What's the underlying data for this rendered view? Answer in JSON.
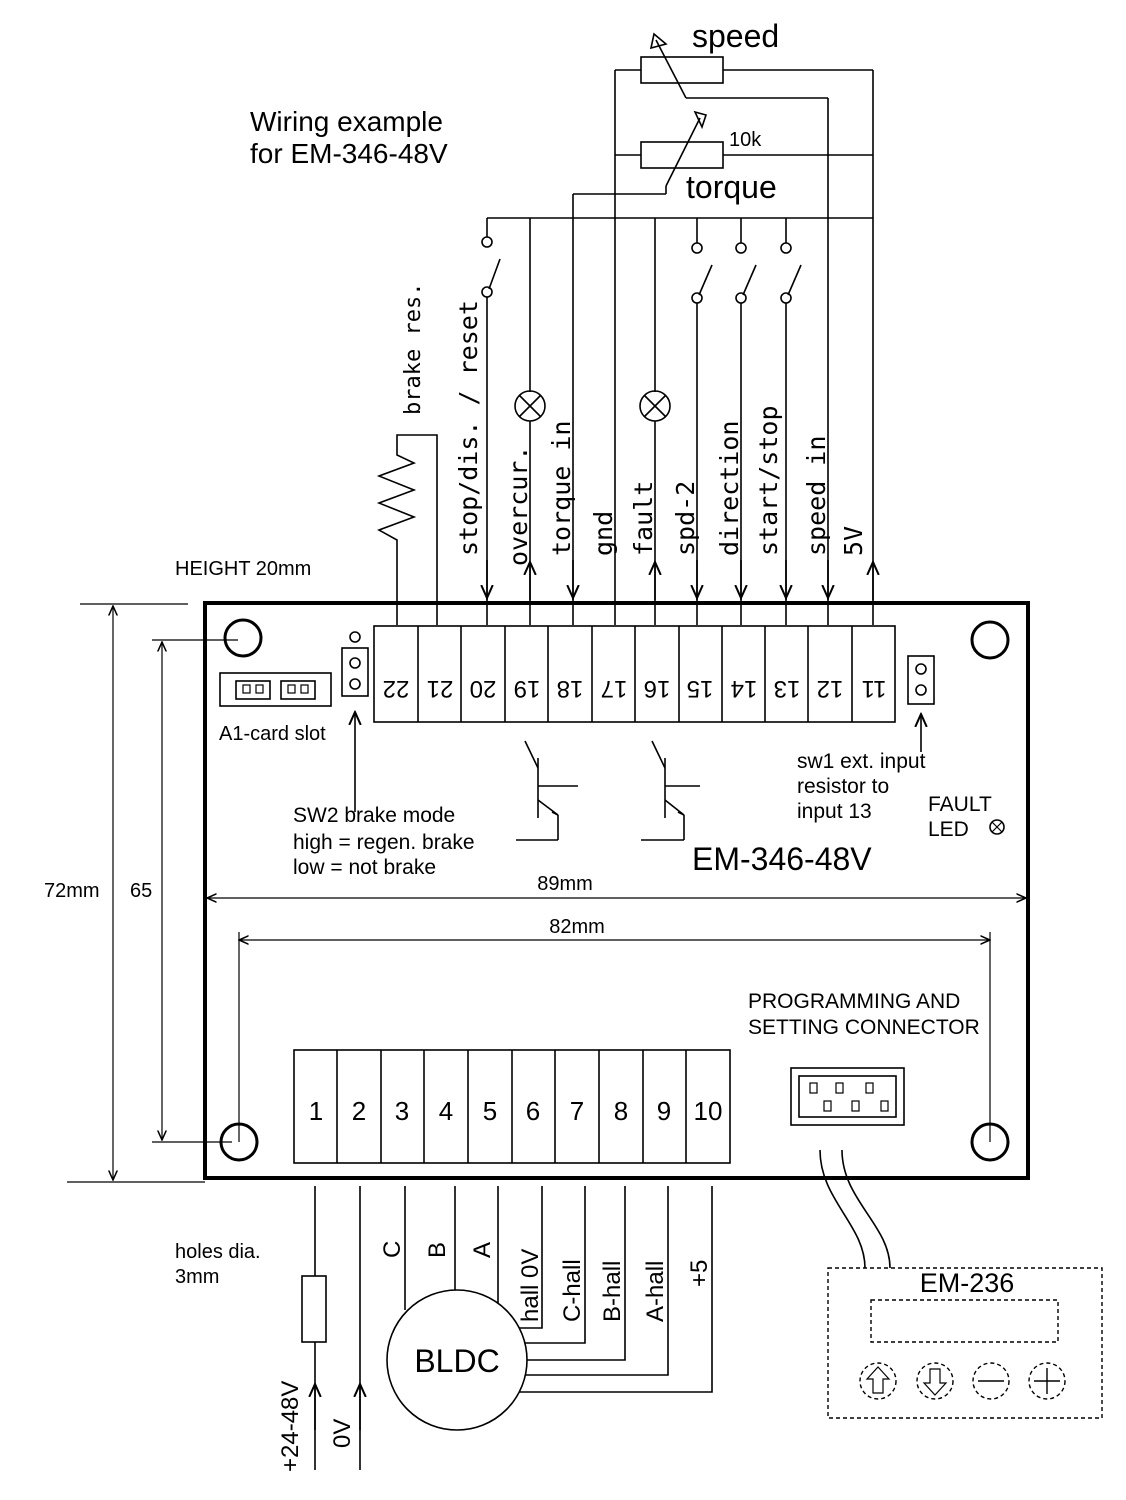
{
  "title": {
    "line1": "Wiring example",
    "line2": "for EM-346-48V"
  },
  "pots": {
    "speed": "speed",
    "torque": "torque",
    "value": "10k"
  },
  "height_note": "HEIGHT 20mm",
  "a1_slot": "A1-card slot",
  "brake_res": "brake res.",
  "top_signals": [
    "stop/dis. / reset",
    "overcur.",
    "torque in",
    "gnd",
    "fault",
    "spd-2",
    "direction",
    "start/stop",
    "speed in",
    "5V"
  ],
  "top_terminals": [
    "22",
    "21",
    "20",
    "19",
    "18",
    "17",
    "16",
    "15",
    "14",
    "13",
    "12",
    "11"
  ],
  "sw1_note": [
    "sw1 ext. input",
    "resistor to",
    "input 13"
  ],
  "sw2_note": [
    "SW2  brake mode",
    "high = regen. brake",
    "low = not brake"
  ],
  "fault_led": [
    "FAULT",
    "LED"
  ],
  "model": "EM-346-48V",
  "dims": {
    "width_outer": "89mm",
    "width_holes": "82mm",
    "height_outer": "72mm",
    "height_holes": "65"
  },
  "prog_connector": [
    "PROGRAMMING AND",
    "SETTING CONNECTOR"
  ],
  "bottom_terminals": [
    "1",
    "2",
    "3",
    "4",
    "5",
    "6",
    "7",
    "8",
    "9",
    "10"
  ],
  "bottom_signals": [
    "C",
    "B",
    "A",
    "hall 0V",
    "C-hall",
    "B-hall",
    "A-hall",
    "+5"
  ],
  "holes_note": [
    "holes dia.",
    "3mm"
  ],
  "supply": {
    "plus": "+24-48V",
    "zero": "0V"
  },
  "motor": "BLDC",
  "display_module": "EM-236"
}
